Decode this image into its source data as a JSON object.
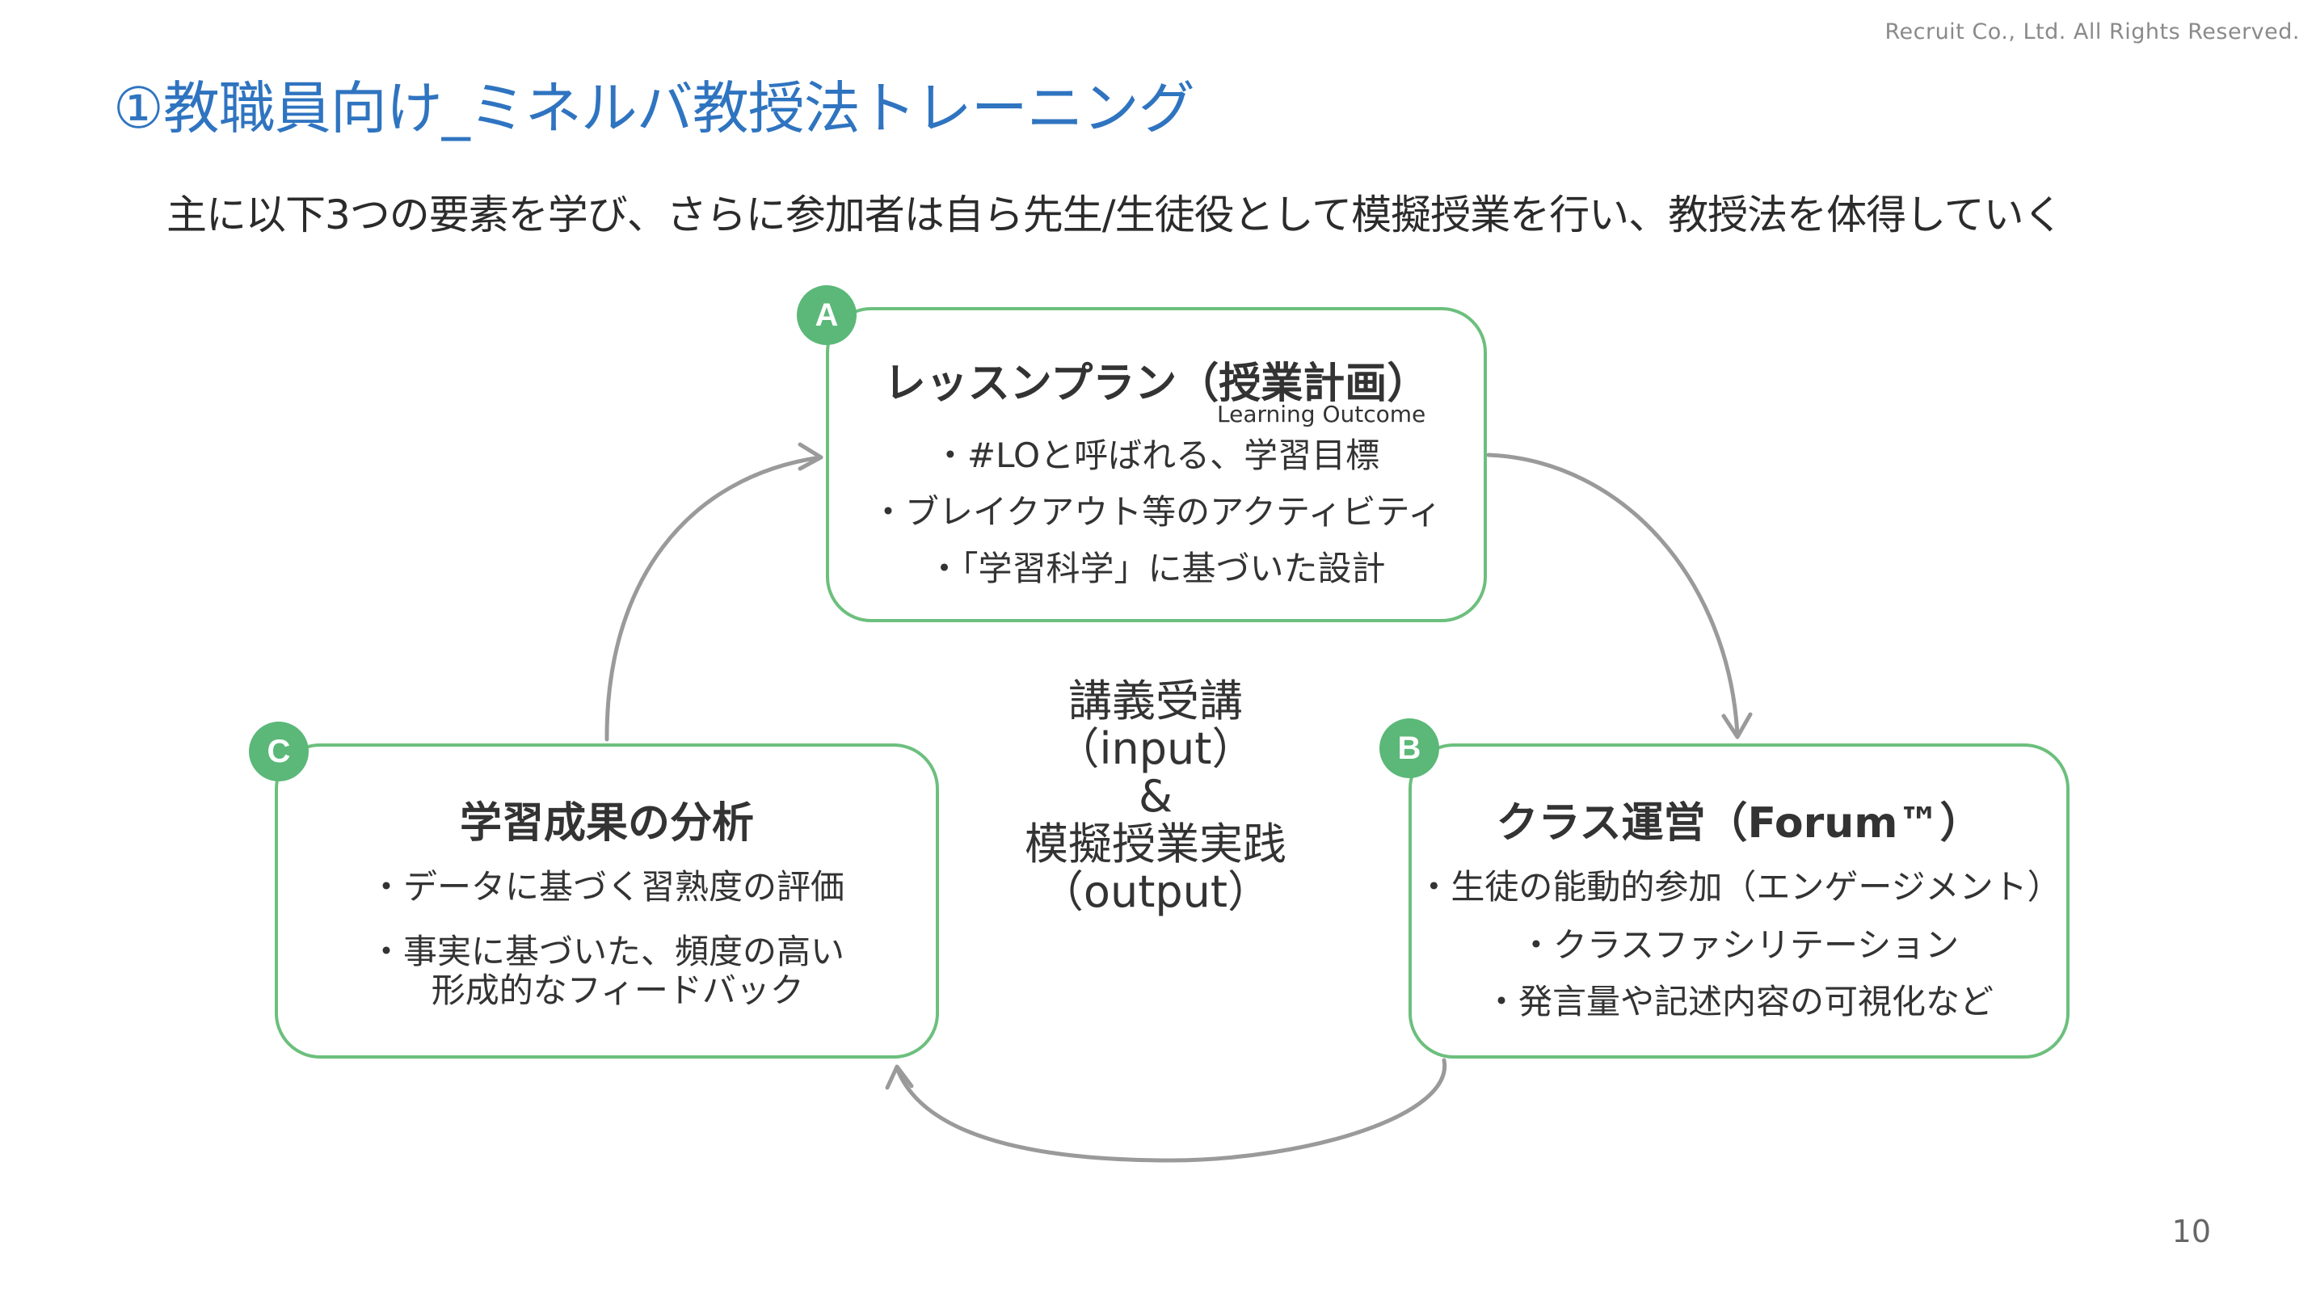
{
  "header": {
    "copyright": "Recruit Co., Ltd. All Rights Reserved.",
    "title": "①教職員向け_ミネルバ教授法トレーニング",
    "subtitle": "主に以下3つの要素を学び、さらに参加者は自ら先生/生徒役として模擬授業を行い、教授法を体得していく"
  },
  "cycle": {
    "a": {
      "badge": "A",
      "title": "レッスンプラン（授業計画）",
      "annotation": "Learning Outcome",
      "items": [
        "・#LOと呼ばれる、学習目標",
        "・ブレイクアウト等のアクティビティ",
        "・「学習科学」に基づいた設計"
      ]
    },
    "b": {
      "badge": "B",
      "title": "クラス運営（Forum™）",
      "items": [
        "・生徒の能動的参加（エンゲージメント）",
        "・クラスファシリテーション",
        "・発言量や記述内容の可視化など"
      ]
    },
    "c": {
      "badge": "C",
      "title": "学習成果の分析",
      "items": [
        "・データに基づく習熟度の評価",
        "・事実に基づいた、頻度の高い\n  形成的なフィードバック"
      ]
    },
    "center": {
      "line1": "講義受講",
      "line2": "（input）",
      "line3": "&",
      "line4": "模擬授業実践",
      "line5": "（output）"
    }
  },
  "colors": {
    "title": "#2f74c0",
    "box_border": "#6cbf7d",
    "badge": "#5bb878",
    "arrow": "#9a9a9a"
  },
  "page_number": "10"
}
